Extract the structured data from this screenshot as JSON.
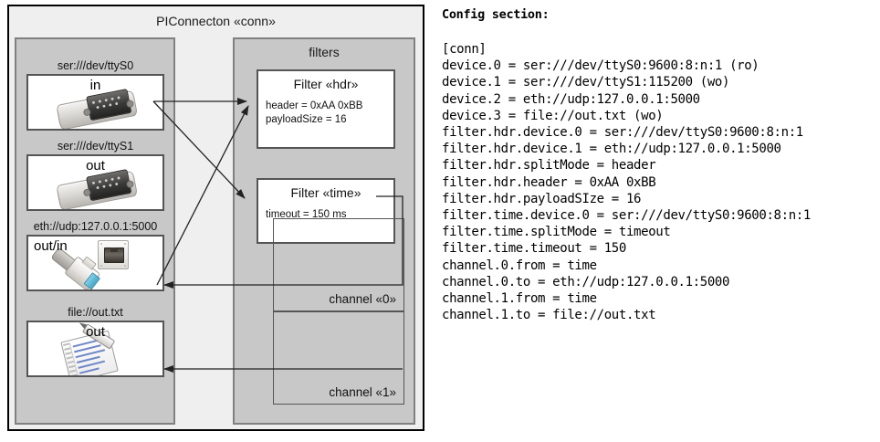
{
  "diagram": {
    "title": "PIConnecton «conn»",
    "devices_panel": {
      "title": "",
      "items": [
        {
          "caption": "ser:///dev/ttyS0",
          "direction": "in",
          "icon": "serial-port-icon"
        },
        {
          "caption": "ser:///dev/ttyS1",
          "direction": "out",
          "icon": "serial-port-icon"
        },
        {
          "caption": "eth://udp:127.0.0.1:5000",
          "direction": "out/in",
          "icon": "ethernet-icon"
        },
        {
          "caption": "file://out.txt",
          "direction": "out",
          "icon": "file-notepad-icon"
        }
      ]
    },
    "filters_panel": {
      "title": "filters",
      "filters": [
        {
          "name": "Filter «hdr»",
          "props": [
            "header = 0xAA 0xBB",
            "payloadSize = 16"
          ]
        },
        {
          "name": "Filter «time»",
          "props": [
            "timeout = 150 ms"
          ]
        }
      ],
      "channels": [
        {
          "label": "channel «0»"
        },
        {
          "label": "channel «1»"
        }
      ]
    }
  },
  "config": {
    "heading": "Config section:",
    "lines": [
      "[conn]",
      "device.0 = ser:///dev/ttyS0:9600:8:n:1 (ro)",
      "device.1 = ser:///dev/ttyS1:115200 (wo)",
      "device.2 = eth://udp:127.0.0.1:5000",
      "device.3 = file://out.txt (wo)",
      "filter.hdr.device.0 = ser:///dev/ttyS0:9600:8:n:1",
      "filter.hdr.device.1 = eth://udp:127.0.0.1:5000",
      "filter.hdr.splitMode = header",
      "filter.hdr.header = 0xAA 0xBB",
      "filter.hdr.payloadSIze = 16",
      "filter.time.device.0 = ser:///dev/ttyS0:9600:8:n:1",
      "filter.time.splitMode = timeout",
      "filter.time.timeout = 150",
      "channel.0.from = time",
      "channel.0.to = eth://udp:127.0.0.1:5000",
      "channel.1.from = time",
      "channel.1.to = file://out.txt"
    ]
  },
  "colors": {
    "canvas": "#ffffff",
    "outer_fill": "#efefef",
    "panel_fill": "#c8c8c8",
    "panel_border": "#808080",
    "card_fill": "#ffffff",
    "card_border": "#555555",
    "stroke": "#333333",
    "text": "#111111"
  }
}
